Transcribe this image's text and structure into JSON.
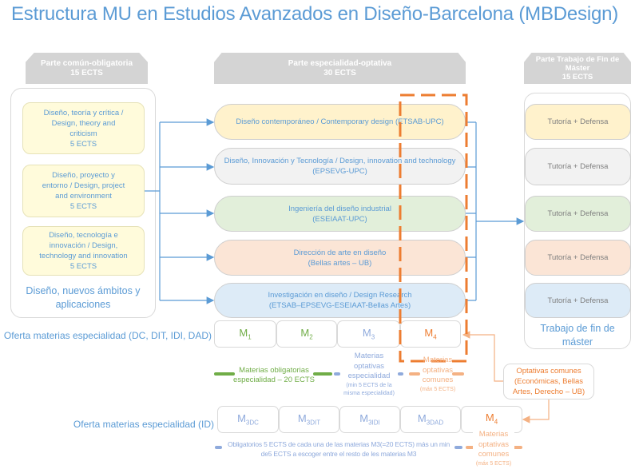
{
  "title": "Estructura MU en Estudios Avanzados en Diseño-Barcelona (MBDesign)",
  "headers": {
    "common": {
      "line1": "Parte común-obligatoria",
      "line2": "15 ECTS"
    },
    "specialty": {
      "line1": "Parte especialidad-optativa",
      "line2": "30 ECTS"
    },
    "tfm": {
      "line1": "Parte Trabajo de Fin de",
      "line2": "Máster",
      "line3": "15 ECTS"
    }
  },
  "common_modules": [
    {
      "l1": "Diseño, teoría y crítica /",
      "l2": "Design, theory and",
      "l3": "criticism",
      "ects": "5 ECTS"
    },
    {
      "l1": "Diseño, proyecto y",
      "l2": "entorno / Design, project",
      "l3": "and environment",
      "ects": "5 ECTS"
    },
    {
      "l1": "Diseño, tecnología e",
      "l2": "innovación / Design,",
      "l3": "technology and innovation",
      "ects": "5 ECTS"
    }
  ],
  "common_caption": {
    "l1": "Diseño, nuevos ámbitos y",
    "l2": "aplicaciones"
  },
  "specialties": [
    {
      "l1": "Diseño contemporáneo / Contemporary design (ETSAB-UPC)",
      "l2": "",
      "color": "#fff2cc"
    },
    {
      "l1": "Diseño, Innovación y Tecnología / Design, innovation and technology",
      "l2": "(EPSEVG-UPC)",
      "color": "#f2f2f2"
    },
    {
      "l1": "Ingeniería del diseño industrial",
      "l2": "(ESEIAAT-UPC)",
      "color": "#e2efda"
    },
    {
      "l1": "Dirección de arte en diseño",
      "l2": "(Bellas artes – UB)",
      "color": "#fbe5d6"
    },
    {
      "l1": "Investigación en diseño / Design Research",
      "l2": "(ETSAB–EPSEVG-ESEIAAT-Bellas Artes)",
      "color": "#ddebf7"
    }
  ],
  "tfm_boxes": [
    {
      "label": "Tutoría + Defensa",
      "color": "#fff2cc"
    },
    {
      "label": "Tutoría + Defensa",
      "color": "#f2f2f2"
    },
    {
      "label": "Tutoría + Defensa",
      "color": "#e2efda"
    },
    {
      "label": "Tutoría + Defensa",
      "color": "#fbe5d6"
    },
    {
      "label": "Tutoría + Defensa",
      "color": "#ddebf7"
    }
  ],
  "tfm_caption": {
    "l1": "Trabajo de fin de",
    "l2": "máster"
  },
  "row1": {
    "label": "Oferta materias especialidad (DC, DIT, IDI, DAD)",
    "cells": [
      {
        "m": "M",
        "sub": "1"
      },
      {
        "m": "M",
        "sub": "2"
      },
      {
        "m": "M",
        "sub": "3"
      },
      {
        "m": "M",
        "sub": "4"
      }
    ]
  },
  "row1_notes": {
    "mandatory": {
      "l1": "Materias obligatorias",
      "l2": "especialidad – 20 ECTS"
    },
    "optional": {
      "l1": "Materias",
      "l2": "optativas",
      "l3": "especialidad",
      "l4": "(min 5 ECTS de la",
      "l5": "misma especialidad)"
    },
    "common": {
      "l1": "Materias",
      "l2": "optativas",
      "l3": "comunes",
      "l4": "(máx 5 ECTS)"
    }
  },
  "optativas_box": {
    "l1": "Optativas comunes",
    "l2": "(Económicas, Bellas",
    "l3": "Artes, Derecho – UB)"
  },
  "row2": {
    "label": "Oferta materias especialidad (ID)",
    "cells": [
      {
        "m": "M",
        "sub": "3DC"
      },
      {
        "m": "M",
        "sub": "3DIT"
      },
      {
        "m": "M",
        "sub": "3IDI"
      },
      {
        "m": "M",
        "sub": "3DAD"
      },
      {
        "m": "M",
        "sub": "4"
      }
    ]
  },
  "row2_notes": {
    "footnote": {
      "l1": "Obligatorios 5 ECTS de cada una de las materias M3(=20 ECTS) más un min",
      "l2": "de5 ECTS a escoger entre el resto de les materias M3"
    },
    "common": {
      "l1": "Materias",
      "l2": "optativas",
      "l3": "comunes",
      "l4": "(máx 5 ECTS)"
    }
  },
  "colors": {
    "blue": "#5b9bd5",
    "orange": "#ed7d31",
    "green": "#70ad47",
    "lightorange": "#f4b183",
    "lightblue": "#8faadc"
  }
}
